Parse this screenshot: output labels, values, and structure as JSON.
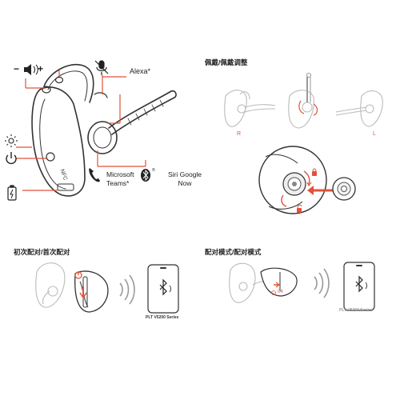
{
  "headset_labels": {
    "volume_minus": "−",
    "volume_plus": "+",
    "alexa": "Alexa*",
    "nfc": "NFC",
    "microsoft_teams": "Microsoft Teams*",
    "siri_google_now": "Siri Google Now"
  },
  "wearing": {
    "title": "佩戴/佩戴调整",
    "right_tag": "R",
    "left_tag": "L"
  },
  "first_pairing": {
    "title": "初次配对/首次配对",
    "phone_caption": "PLT V5200 Series"
  },
  "pair_mode": {
    "title": "配对模式/配对模式",
    "timer_label": "04",
    "phone_caption": "PLT V5200 Series"
  },
  "colors": {
    "accent": "#e2513a",
    "outline": "#333333",
    "light_outline": "#bbbbbb"
  }
}
